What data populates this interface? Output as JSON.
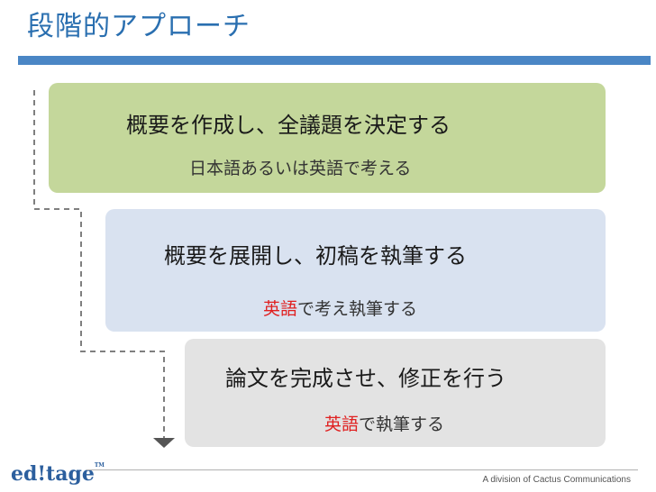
{
  "slide": {
    "title": "段階的アプローチ"
  },
  "steps": [
    {
      "main": "概要を作成し、全議題を決定する",
      "sub_plain": "日本語あるいは英語で考える"
    },
    {
      "main": "概要を展開し、初稿を執筆する",
      "sub_highlight": "英語",
      "sub_rest": "で考え執筆する"
    },
    {
      "main": "論文を完成させ、修正を行う",
      "sub_highlight": "英語",
      "sub_rest": "で執筆する"
    }
  ],
  "footer": {
    "logo": "ed!tage",
    "logo_tm": "TM",
    "tagline": "A division of Cactus Communications"
  },
  "colors": {
    "title": "#2a6fb0",
    "title_bar": "#4a86c5",
    "step1_bg": "#c4d79b",
    "step2_bg": "#d9e2f0",
    "step3_bg": "#e3e3e3",
    "highlight": "#e02020",
    "logo": "#2c5f9e"
  }
}
